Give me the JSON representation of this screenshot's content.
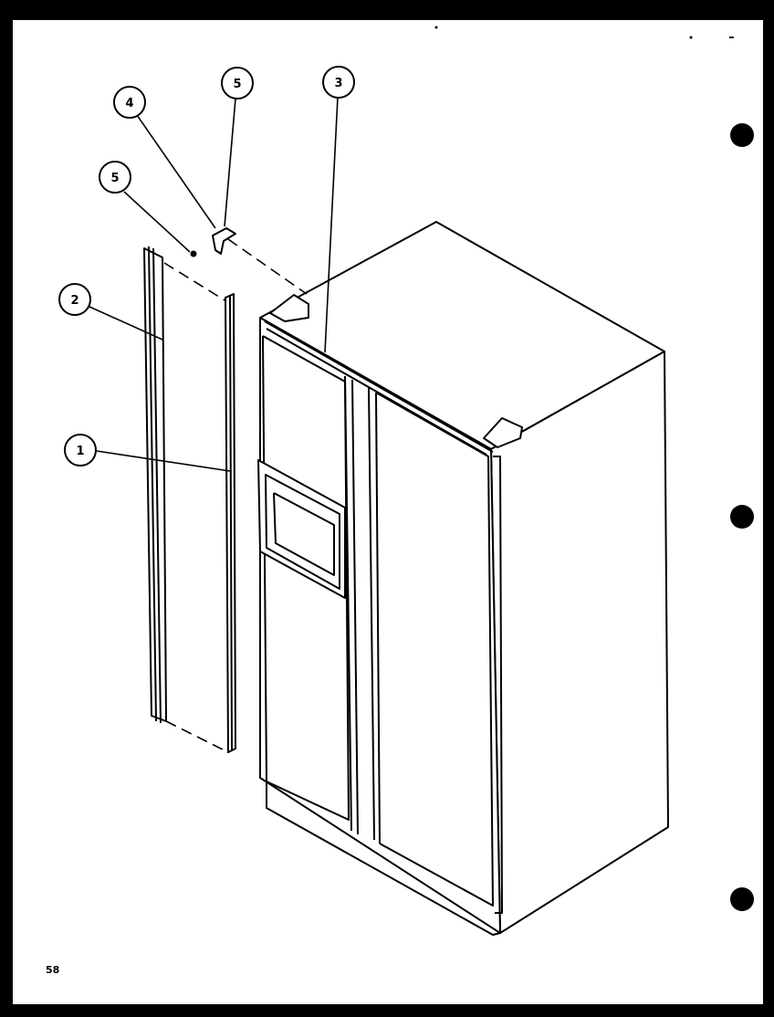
{
  "page_number": "58",
  "callouts": [
    {
      "id": "callout-1",
      "label": "1"
    },
    {
      "id": "callout-2",
      "label": "2"
    },
    {
      "id": "callout-3",
      "label": "3"
    },
    {
      "id": "callout-4",
      "label": "4"
    },
    {
      "id": "callout-5-lower",
      "label": "5"
    },
    {
      "id": "callout-5-upper",
      "label": "5"
    }
  ],
  "colors": {
    "ink": "#000000",
    "paper": "#ffffff",
    "border": "#000000"
  }
}
